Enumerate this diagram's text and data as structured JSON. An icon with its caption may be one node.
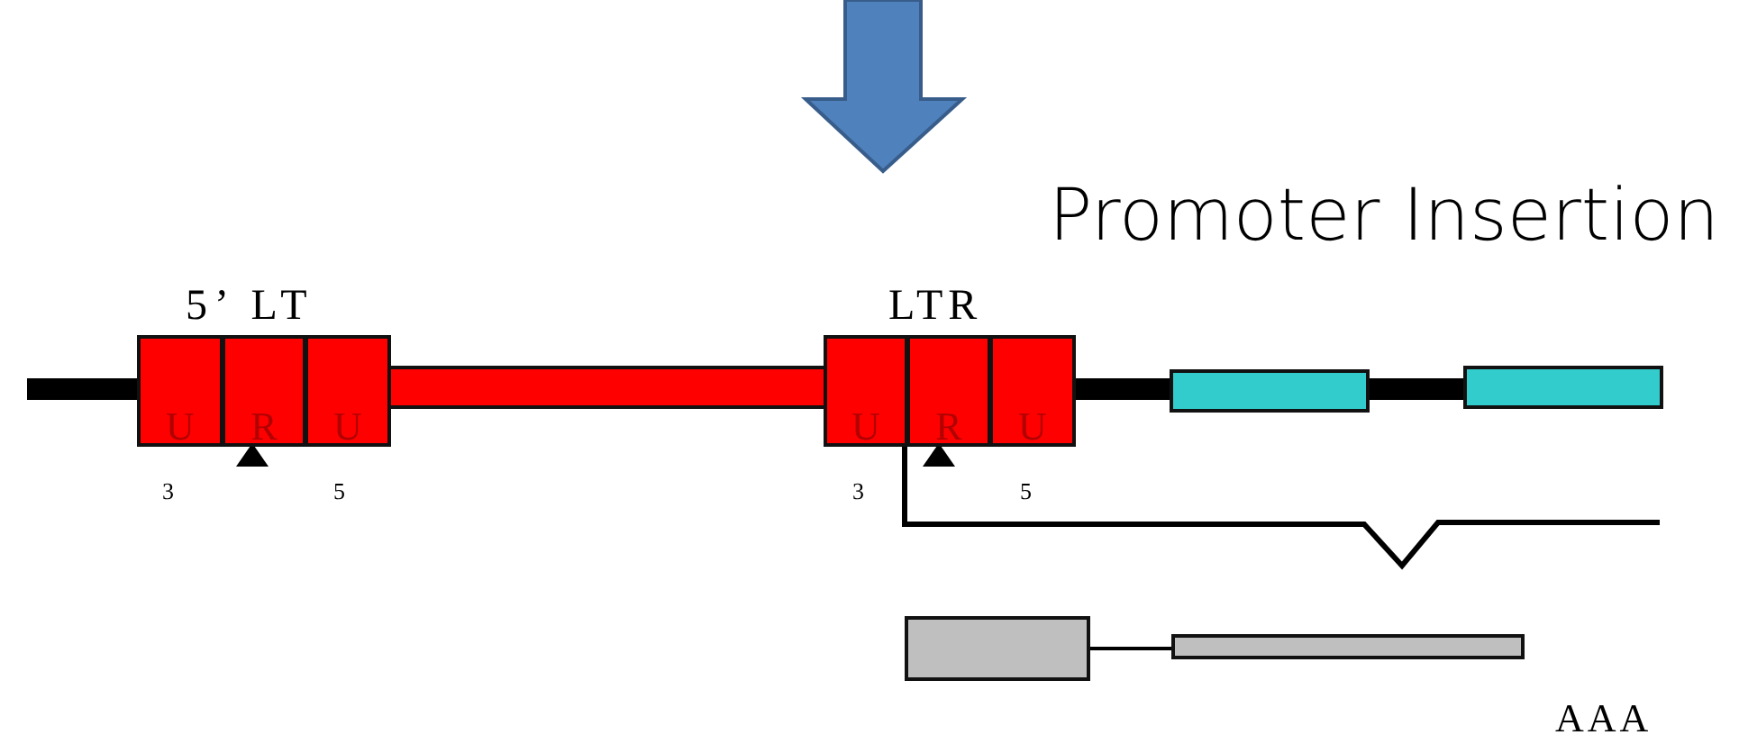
{
  "diagram": {
    "title": "Promoter Insertion",
    "nodes": [
      {
        "text": [
          "U"
        ]
      },
      {
        "text": [
          "R"
        ]
      },
      {
        "text": [
          "U"
        ]
      },
      {
        "text": [
          "U"
        ]
      },
      {
        "text": [
          "R"
        ]
      },
      {
        "text": [
          "U"
        ]
      },
      {
        "text": [],
        "shape": "box"
      },
      {
        "text": [],
        "shape": "bar"
      }
    ],
    "edges": [
      {
        "from": 6,
        "to": 7,
        "arrow": "none"
      }
    ],
    "labels": [
      "5’ LT",
      "LTR",
      "3",
      "5",
      "3",
      "5",
      "AAA"
    ]
  }
}
